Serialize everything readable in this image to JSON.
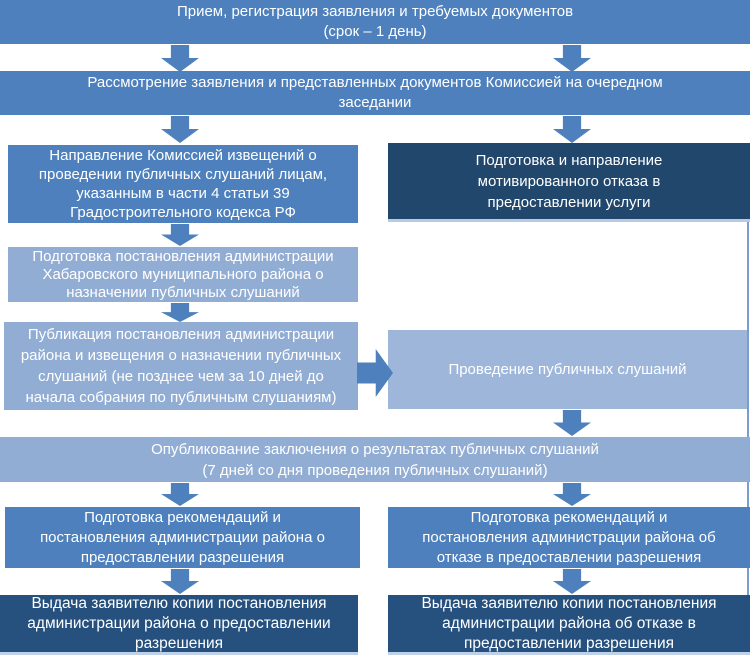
{
  "colors": {
    "medium_blue": "#4d80bc",
    "light_blue": "#92add3",
    "lighter_blue": "#9db6d9",
    "dark_navy": "#21476d",
    "deep_blue": "#26517f",
    "text": "#ffffff",
    "background": "#ffffff"
  },
  "chart_type": "flowchart",
  "nodes": [
    {
      "id": "intake",
      "label": "Прием, регистрация заявления и требуемых документов\n(срок – 1 день)"
    },
    {
      "id": "review",
      "label": "Рассмотрение заявления и представленных документов Комиссией на очередном\nзаседании"
    },
    {
      "id": "notify-persons",
      "label": "Направление Комиссией извещений  о\nпроведении  публичных  слушаний лицам,\nуказанным в части 4 статьи 39\nГрадостроительного кодекса РФ"
    },
    {
      "id": "refusal-notice",
      "label": "Подготовка и направление\nмотивированного отказа в\nпредоставлении услуги"
    },
    {
      "id": "prepare-resolution",
      "label": "Подготовка постановления администрации\nХабаровского муниципального района о\nназначении публичных слушаний"
    },
    {
      "id": "publish-resolution",
      "label": "Публикация постановления администрации\nрайона и извещения о назначении публичных\nслушаний (не позднее чем за 10 дней до\nначала собрания по публичным слушаниям)"
    },
    {
      "id": "hearings",
      "label": "Проведение публичных слушаний"
    },
    {
      "id": "publish-conclusion",
      "label": "Опубликование заключения о результатах публичных слушаний\n(7 дней со дня проведения публичных слушаний)"
    },
    {
      "id": "recommend-grant",
      "label": "Подготовка рекомендаций и\nпостановления администрации района о\nпредоставлении разрешения"
    },
    {
      "id": "recommend-refuse",
      "label": "Подготовка рекомендаций и\nпостановления администрации района об\nотказе в предоставлении разрешения"
    },
    {
      "id": "issue-grant-copy",
      "label": "Выдача заявителю копии постановления\nадминистрации района о предоставлении\nразрешения"
    },
    {
      "id": "issue-refuse-copy",
      "label": "Выдача заявителю копии постановления\nадминистрации района об отказе в\nпредоставлении разрешения"
    }
  ]
}
